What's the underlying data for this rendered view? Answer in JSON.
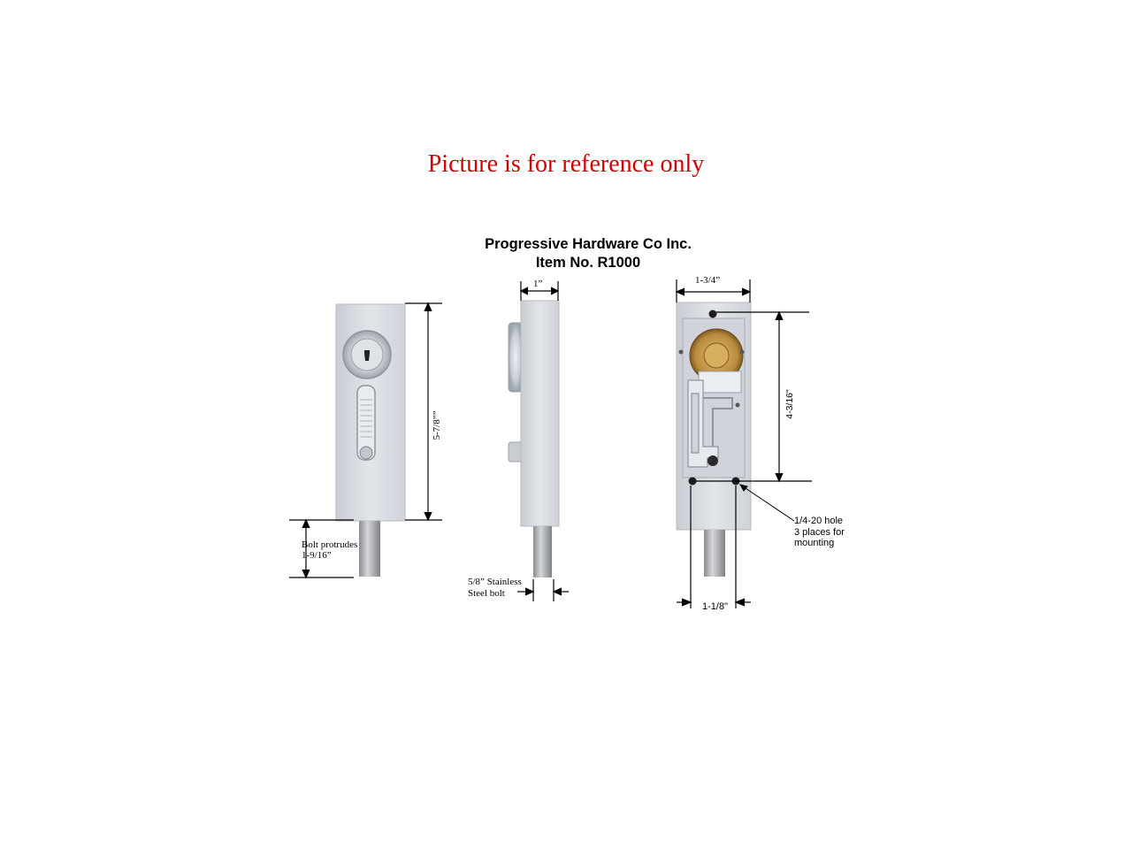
{
  "notice": "Picture is for reference only",
  "header": {
    "company": "Progressive Hardware Co Inc.",
    "item": "Item No. R1000"
  },
  "front_view": {
    "height_label": "5-7/8””",
    "bolt_label_line1": "Bolt protrudes",
    "bolt_label_line2": "1-9/16”"
  },
  "side_view": {
    "depth_label": "1”",
    "bolt_label_line1": "5/8” Stainless",
    "bolt_label_line2": "Steel bolt"
  },
  "back_view": {
    "width_label": "1-3/4”",
    "hole_spacing_label": "4-3/16\"",
    "bottom_spacing_label": "1-1/8\"",
    "hole_label_line1": "1/4-20 hole",
    "hole_label_line2": "3 places for",
    "hole_label_line3": "mounting"
  },
  "colors": {
    "notice": "#d40000",
    "body_metal": "#d9dde3",
    "bolt_steel": "#a8abad",
    "brass": "#b88a3c"
  }
}
